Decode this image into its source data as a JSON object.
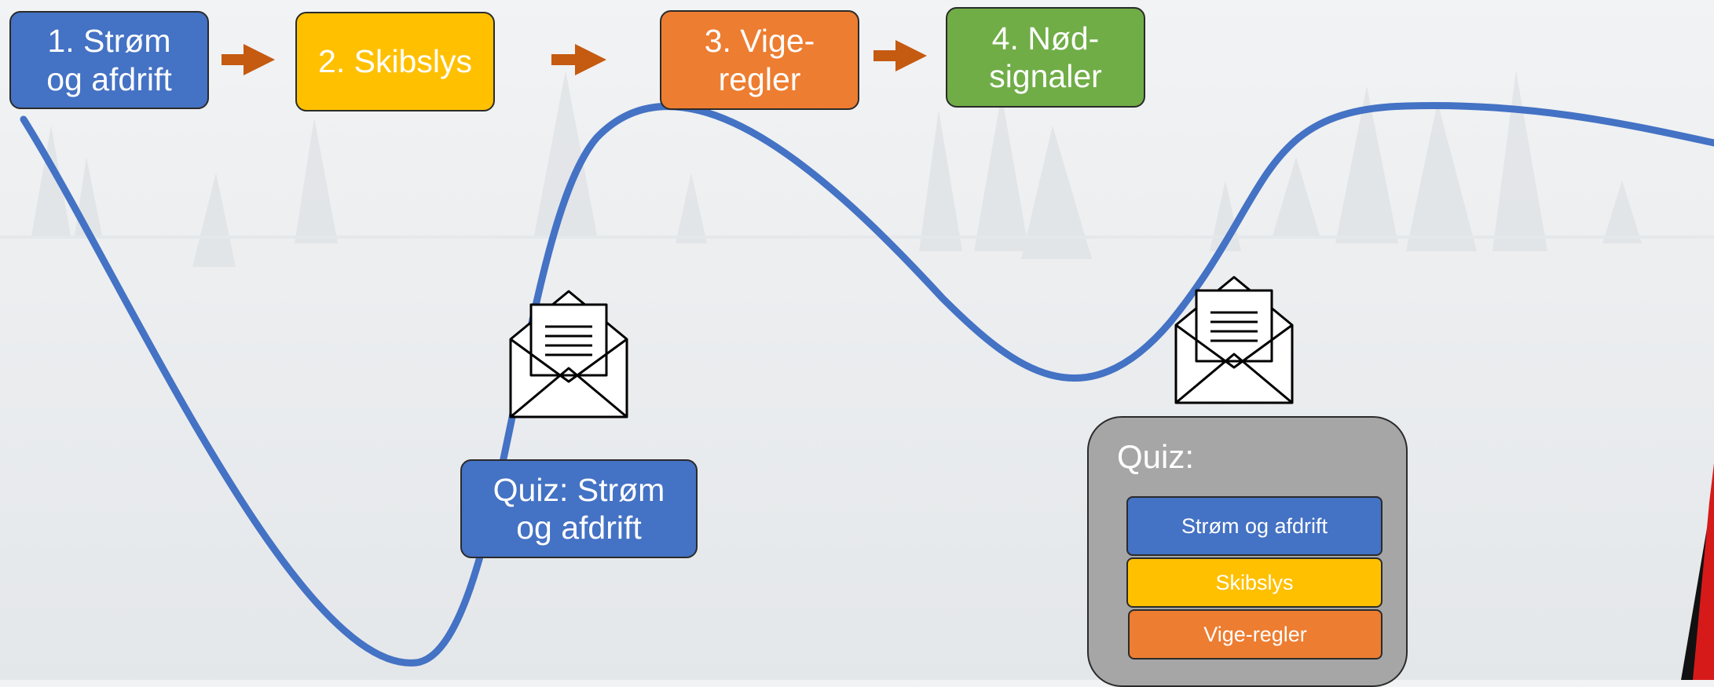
{
  "steps": [
    {
      "label": "1. Strøm\nog afdrift",
      "color": "#4472c4"
    },
    {
      "label": "2. Skibslys",
      "color": "#ffc000"
    },
    {
      "label": "3. Vige-\nregler",
      "color": "#ed7d31"
    },
    {
      "label": "4. Nød-\nsignaler",
      "color": "#70ad47"
    }
  ],
  "arrow_color": "#c55a11",
  "path_color": "#4472c4",
  "quiz_single": {
    "label": "Quiz: Strøm\nog afdrift",
    "icon": "open-envelope-icon"
  },
  "quiz_combined": {
    "title": "Quiz:",
    "icon": "open-envelope-icon",
    "items": [
      {
        "label": "Strøm og afdrift",
        "color": "#4472c4"
      },
      {
        "label": "Skibslys",
        "color": "#ffc000"
      },
      {
        "label": "Vige-regler",
        "color": "#ed7d31"
      }
    ]
  }
}
